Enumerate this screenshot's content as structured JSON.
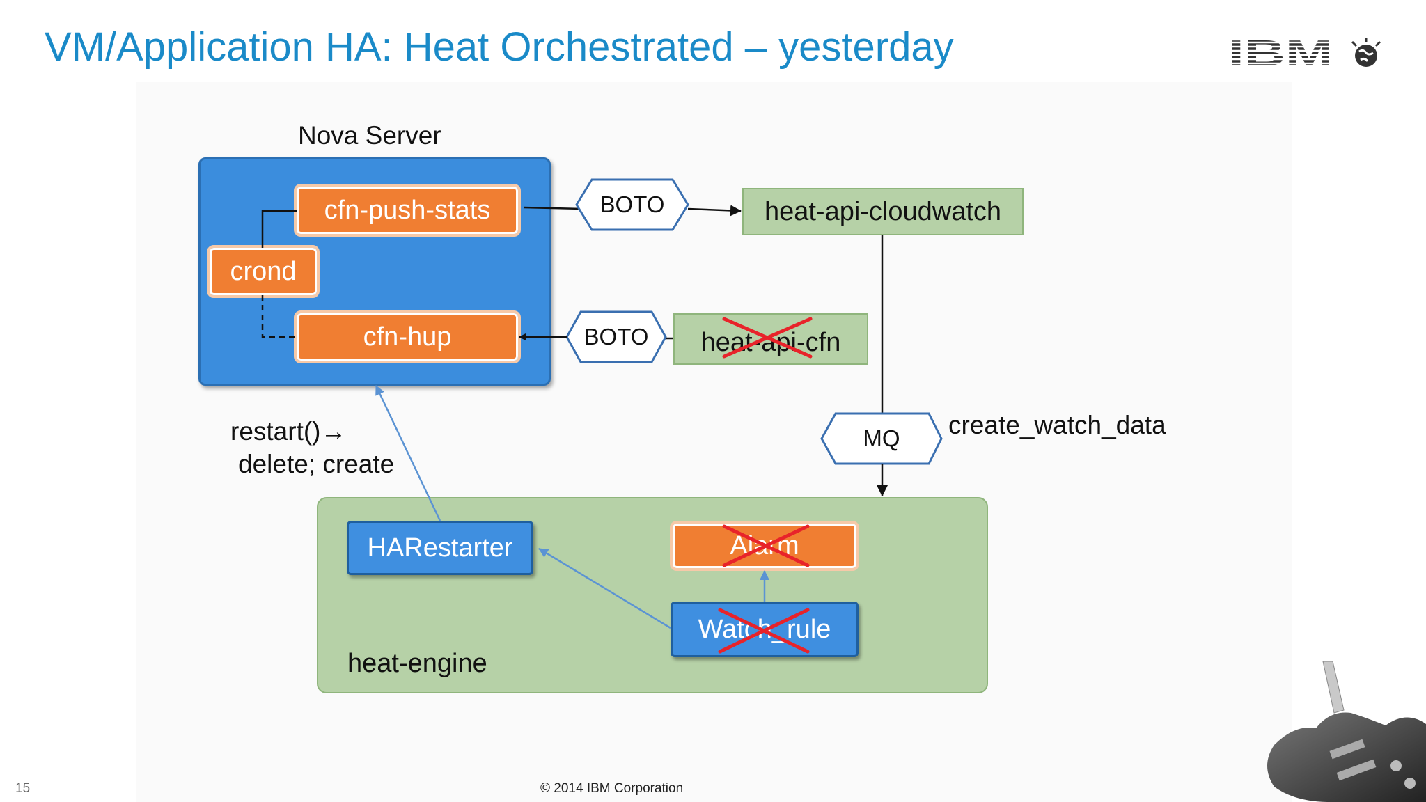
{
  "slide": {
    "title": "VM/Application HA: Heat Orchestrated – yesterday",
    "page_number": "15",
    "copyright": "© 2014 IBM Corporation"
  },
  "logo": {
    "text": "IBM",
    "icon": "ibm-globe-logo-icon"
  },
  "diagram": {
    "nova_server": {
      "label": "Nova Server",
      "components": {
        "cfn_push_stats": "cfn-push-stats",
        "crond": "crond",
        "cfn_hup": "cfn-hup"
      }
    },
    "boto_upper": "BOTO",
    "boto_lower": "BOTO",
    "heat_api_cloudwatch": "heat-api-cloudwatch",
    "heat_api_cfn": {
      "label": "heat-api-cfn",
      "crossed_out": true
    },
    "mq": "MQ",
    "create_watch_data": "create_watch_data",
    "restart_note": {
      "line1": "restart()→",
      "line2": "delete; create"
    },
    "heat_engine": {
      "label": "heat-engine",
      "ha_restarter": "HARestarter",
      "alarm": {
        "label": "Alarm",
        "crossed_out": true
      },
      "watch_rule": {
        "label": "Watch_rule",
        "crossed_out": true
      }
    }
  },
  "colors": {
    "title_blue": "#1a8ac8",
    "nova_blue": "#3b8ddd",
    "component_orange": "#f07e32",
    "heat_green": "#b6d1a7",
    "cross_red": "#e8232a",
    "arrow_blue": "#5b93d3"
  }
}
